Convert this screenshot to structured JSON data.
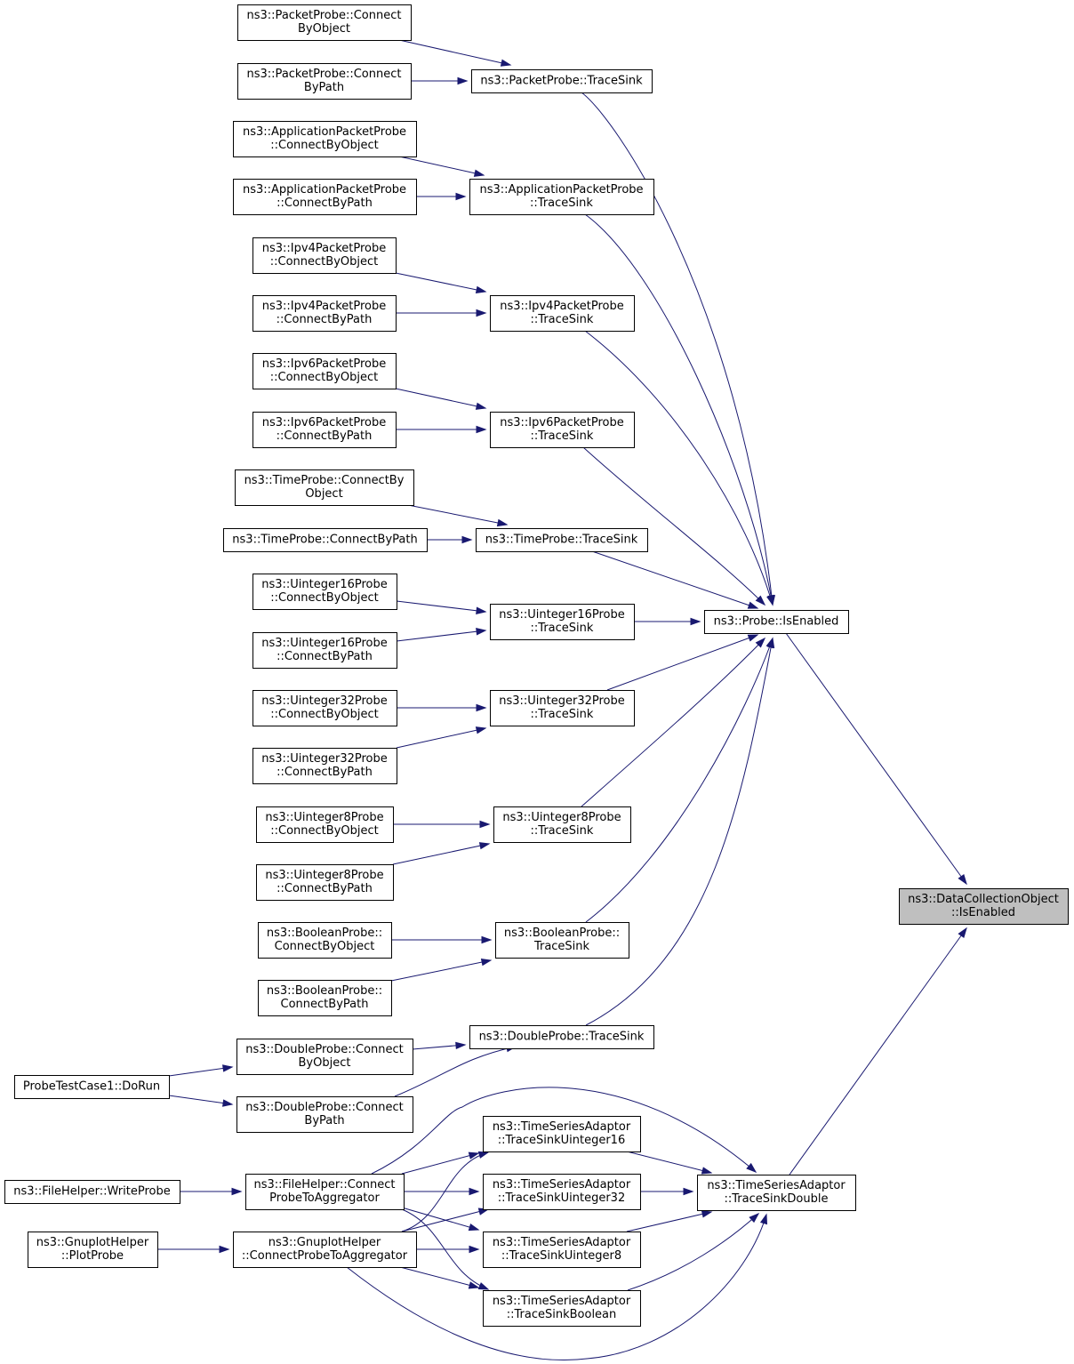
{
  "nodes": [
    {
      "id": "n_dc",
      "lines": [
        "ns3::DataCollectionObject",
        "::IsEnabled"
      ],
      "highlighted": true
    },
    {
      "id": "n_probe",
      "lines": [
        "ns3::Probe::IsEnabled"
      ]
    },
    {
      "id": "n_tsa_double",
      "lines": [
        "ns3::TimeSeriesAdaptor",
        "::TraceSinkDouble"
      ]
    },
    {
      "id": "n_pp_ts",
      "lines": [
        "ns3::PacketProbe::TraceSink"
      ]
    },
    {
      "id": "n_pp_cbo",
      "lines": [
        "ns3::PacketProbe::Connect",
        "ByObject"
      ]
    },
    {
      "id": "n_pp_cbp",
      "lines": [
        "ns3::PacketProbe::Connect",
        "ByPath"
      ]
    },
    {
      "id": "n_app_ts",
      "lines": [
        "ns3::ApplicationPacketProbe",
        "::TraceSink"
      ]
    },
    {
      "id": "n_app_cbo",
      "lines": [
        "ns3::ApplicationPacketProbe",
        "::ConnectByObject"
      ]
    },
    {
      "id": "n_app_cbp",
      "lines": [
        "ns3::ApplicationPacketProbe",
        "::ConnectByPath"
      ]
    },
    {
      "id": "n_ip4_ts",
      "lines": [
        "ns3::Ipv4PacketProbe",
        "::TraceSink"
      ]
    },
    {
      "id": "n_ip4_cbo",
      "lines": [
        "ns3::Ipv4PacketProbe",
        "::ConnectByObject"
      ]
    },
    {
      "id": "n_ip4_cbp",
      "lines": [
        "ns3::Ipv4PacketProbe",
        "::ConnectByPath"
      ]
    },
    {
      "id": "n_ip6_ts",
      "lines": [
        "ns3::Ipv6PacketProbe",
        "::TraceSink"
      ]
    },
    {
      "id": "n_ip6_cbo",
      "lines": [
        "ns3::Ipv6PacketProbe",
        "::ConnectByObject"
      ]
    },
    {
      "id": "n_ip6_cbp",
      "lines": [
        "ns3::Ipv6PacketProbe",
        "::ConnectByPath"
      ]
    },
    {
      "id": "n_tp_ts",
      "lines": [
        "ns3::TimeProbe::TraceSink"
      ]
    },
    {
      "id": "n_tp_cbo",
      "lines": [
        "ns3::TimeProbe::ConnectBy",
        "Object"
      ]
    },
    {
      "id": "n_tp_cbp",
      "lines": [
        "ns3::TimeProbe::ConnectByPath"
      ]
    },
    {
      "id": "n_u16_ts",
      "lines": [
        "ns3::Uinteger16Probe",
        "::TraceSink"
      ]
    },
    {
      "id": "n_u16_cbo",
      "lines": [
        "ns3::Uinteger16Probe",
        "::ConnectByObject"
      ]
    },
    {
      "id": "n_u16_cbp",
      "lines": [
        "ns3::Uinteger16Probe",
        "::ConnectByPath"
      ]
    },
    {
      "id": "n_u32_ts",
      "lines": [
        "ns3::Uinteger32Probe",
        "::TraceSink"
      ]
    },
    {
      "id": "n_u32_cbo",
      "lines": [
        "ns3::Uinteger32Probe",
        "::ConnectByObject"
      ]
    },
    {
      "id": "n_u32_cbp",
      "lines": [
        "ns3::Uinteger32Probe",
        "::ConnectByPath"
      ]
    },
    {
      "id": "n_u8_ts",
      "lines": [
        "ns3::Uinteger8Probe",
        "::TraceSink"
      ]
    },
    {
      "id": "n_u8_cbo",
      "lines": [
        "ns3::Uinteger8Probe",
        "::ConnectByObject"
      ]
    },
    {
      "id": "n_u8_cbp",
      "lines": [
        "ns3::Uinteger8Probe",
        "::ConnectByPath"
      ]
    },
    {
      "id": "n_bool_ts",
      "lines": [
        "ns3::BooleanProbe::",
        "TraceSink"
      ]
    },
    {
      "id": "n_bool_cbo",
      "lines": [
        "ns3::BooleanProbe::",
        "ConnectByObject"
      ]
    },
    {
      "id": "n_bool_cbp",
      "lines": [
        "ns3::BooleanProbe::",
        "ConnectByPath"
      ]
    },
    {
      "id": "n_dbl_ts",
      "lines": [
        "ns3::DoubleProbe::TraceSink"
      ]
    },
    {
      "id": "n_dbl_cbo",
      "lines": [
        "ns3::DoubleProbe::Connect",
        "ByObject"
      ]
    },
    {
      "id": "n_dbl_cbp",
      "lines": [
        "ns3::DoubleProbe::Connect",
        "ByPath"
      ]
    },
    {
      "id": "n_ptc",
      "lines": [
        "ProbeTestCase1::DoRun"
      ]
    },
    {
      "id": "n_tsa_u16",
      "lines": [
        "ns3::TimeSeriesAdaptor",
        "::TraceSinkUinteger16"
      ]
    },
    {
      "id": "n_tsa_u32",
      "lines": [
        "ns3::TimeSeriesAdaptor",
        "::TraceSinkUinteger32"
      ]
    },
    {
      "id": "n_tsa_u8",
      "lines": [
        "ns3::TimeSeriesAdaptor",
        "::TraceSinkUinteger8"
      ]
    },
    {
      "id": "n_tsa_bool",
      "lines": [
        "ns3::TimeSeriesAdaptor",
        "::TraceSinkBoolean"
      ]
    },
    {
      "id": "n_fh_cpa",
      "lines": [
        "ns3::FileHelper::Connect",
        "ProbeToAggregator"
      ]
    },
    {
      "id": "n_fh_wp",
      "lines": [
        "ns3::FileHelper::WriteProbe"
      ]
    },
    {
      "id": "n_gh_cpa",
      "lines": [
        "ns3::GnuplotHelper",
        "::ConnectProbeToAggregator"
      ]
    },
    {
      "id": "n_gh_pp",
      "lines": [
        "ns3::GnuplotHelper",
        "::PlotProbe"
      ]
    }
  ],
  "edges": [
    {
      "from": "n_probe",
      "to": "n_dc"
    },
    {
      "from": "n_tsa_double",
      "to": "n_dc"
    },
    {
      "from": "n_pp_ts",
      "to": "n_probe"
    },
    {
      "from": "n_app_ts",
      "to": "n_probe"
    },
    {
      "from": "n_ip4_ts",
      "to": "n_probe"
    },
    {
      "from": "n_ip6_ts",
      "to": "n_probe"
    },
    {
      "from": "n_tp_ts",
      "to": "n_probe"
    },
    {
      "from": "n_u16_ts",
      "to": "n_probe"
    },
    {
      "from": "n_u32_ts",
      "to": "n_probe"
    },
    {
      "from": "n_u8_ts",
      "to": "n_probe"
    },
    {
      "from": "n_bool_ts",
      "to": "n_probe"
    },
    {
      "from": "n_dbl_ts",
      "to": "n_probe"
    },
    {
      "from": "n_pp_cbo",
      "to": "n_pp_ts"
    },
    {
      "from": "n_pp_cbp",
      "to": "n_pp_ts"
    },
    {
      "from": "n_app_cbo",
      "to": "n_app_ts"
    },
    {
      "from": "n_app_cbp",
      "to": "n_app_ts"
    },
    {
      "from": "n_ip4_cbo",
      "to": "n_ip4_ts"
    },
    {
      "from": "n_ip4_cbp",
      "to": "n_ip4_ts"
    },
    {
      "from": "n_ip6_cbo",
      "to": "n_ip6_ts"
    },
    {
      "from": "n_ip6_cbp",
      "to": "n_ip6_ts"
    },
    {
      "from": "n_tp_cbo",
      "to": "n_tp_ts"
    },
    {
      "from": "n_tp_cbp",
      "to": "n_tp_ts"
    },
    {
      "from": "n_u16_cbo",
      "to": "n_u16_ts"
    },
    {
      "from": "n_u16_cbp",
      "to": "n_u16_ts"
    },
    {
      "from": "n_u32_cbo",
      "to": "n_u32_ts"
    },
    {
      "from": "n_u32_cbp",
      "to": "n_u32_ts"
    },
    {
      "from": "n_u8_cbo",
      "to": "n_u8_ts"
    },
    {
      "from": "n_u8_cbp",
      "to": "n_u8_ts"
    },
    {
      "from": "n_bool_cbo",
      "to": "n_bool_ts"
    },
    {
      "from": "n_bool_cbp",
      "to": "n_bool_ts"
    },
    {
      "from": "n_dbl_cbo",
      "to": "n_dbl_ts"
    },
    {
      "from": "n_dbl_cbp",
      "to": "n_dbl_ts"
    },
    {
      "from": "n_ptc",
      "to": "n_dbl_cbo"
    },
    {
      "from": "n_ptc",
      "to": "n_dbl_cbp"
    },
    {
      "from": "n_tsa_u16",
      "to": "n_tsa_double"
    },
    {
      "from": "n_tsa_u32",
      "to": "n_tsa_double"
    },
    {
      "from": "n_tsa_u8",
      "to": "n_tsa_double"
    },
    {
      "from": "n_tsa_bool",
      "to": "n_tsa_double"
    },
    {
      "from": "n_fh_cpa",
      "to": "n_tsa_double"
    },
    {
      "from": "n_gh_cpa",
      "to": "n_tsa_double"
    },
    {
      "from": "n_fh_cpa",
      "to": "n_tsa_u16"
    },
    {
      "from": "n_fh_cpa",
      "to": "n_tsa_u32"
    },
    {
      "from": "n_fh_cpa",
      "to": "n_tsa_u8"
    },
    {
      "from": "n_fh_cpa",
      "to": "n_tsa_bool"
    },
    {
      "from": "n_gh_cpa",
      "to": "n_tsa_u16"
    },
    {
      "from": "n_gh_cpa",
      "to": "n_tsa_u32"
    },
    {
      "from": "n_gh_cpa",
      "to": "n_tsa_u8"
    },
    {
      "from": "n_gh_cpa",
      "to": "n_tsa_bool"
    },
    {
      "from": "n_fh_wp",
      "to": "n_fh_cpa"
    },
    {
      "from": "n_gh_pp",
      "to": "n_gh_cpa"
    }
  ]
}
